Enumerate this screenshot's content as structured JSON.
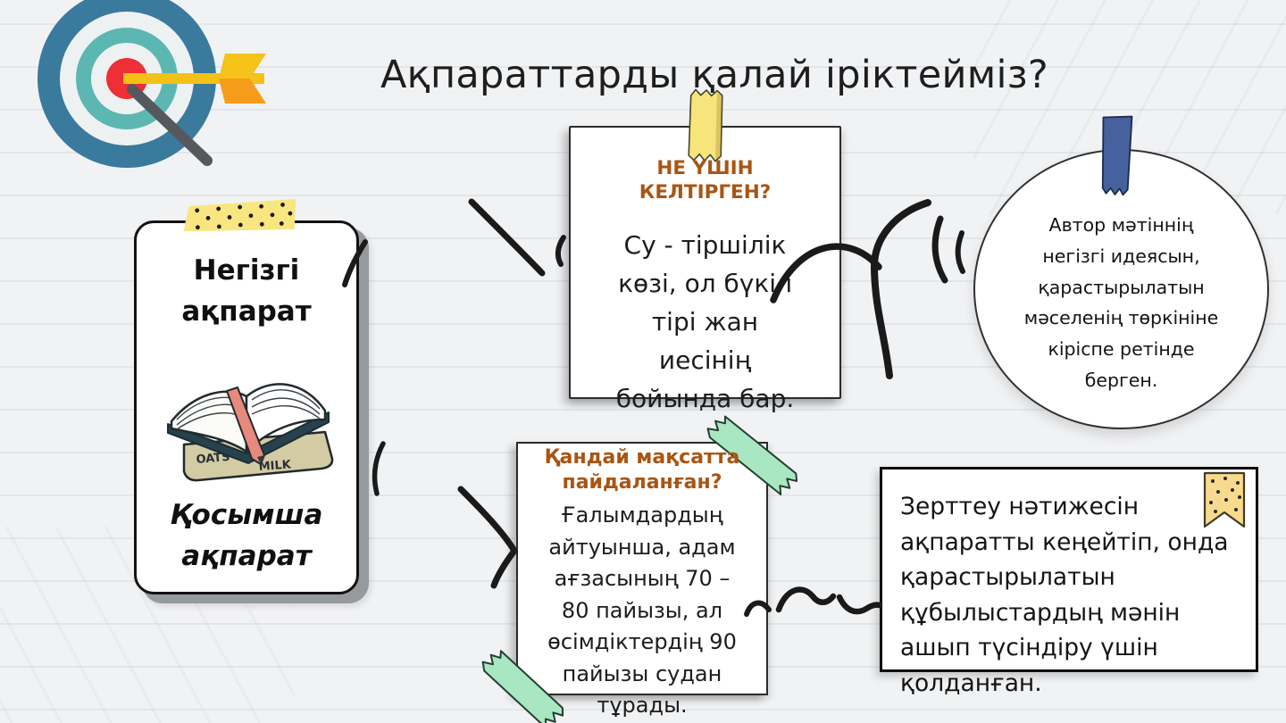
{
  "title": "Ақпараттарды қалай іріктейміз?",
  "left_card": {
    "primary": "Негізгі\nақпарат",
    "secondary": "Қосымша\nақпарат",
    "book_labels": {
      "left": "OATS",
      "right": "MILK"
    }
  },
  "top_card": {
    "heading": "НЕ ҮШІН\nКЕЛТІРГЕН?",
    "body": "Су - тіршілік\nкөзі, ол бүкіл\nтірі жан\nиесінің\nбойында бар."
  },
  "author_circle": {
    "body": "Автор мәтіннің\nнегізгі идеясын,\nқарастырылатын\nмәселенің төркініне\nкіріспе ретінде\nберген."
  },
  "purpose_card": {
    "heading": "Қандай мақсатта\nпайдаланған?",
    "body": "Ғалымдардың\nайтуынша, адам\nағзасының 70 –\n80 пайызы, ал\nөсімдіктердің 90\nпайызы судан\nтұрады."
  },
  "result_card": {
    "body": "Зерттеу нәтижесін\nақпаратты кеңейтіп, онда\nқарастырылатын\nқұбылыстардың мәнін\nашып түсіндіру үшін\nқолданған."
  },
  "icons": {
    "target": "dartboard-with-arrow",
    "book": "open-book-on-closed-book",
    "tape_dotted_yellow": "polka-dot-washi-tape",
    "ribbon_yellow": "yellow-ribbon-tape",
    "tape_blue": "blue-ribbon-tape",
    "tape_green": "green-washi-tape",
    "flag_yellow": "dotted-pennant-flag"
  },
  "colors": {
    "heading_accent": "#a85514",
    "target_blue": "#3a7a9d",
    "target_teal": "#5cb7b2",
    "target_red": "#ee2f35",
    "arrow_yellow": "#f3c118",
    "arrow_orange": "#f59d1b",
    "tape_yellow": "#f7e57c",
    "tape_blue": "#47619e",
    "tape_green": "#a8e7c2",
    "flag_yellow": "#f8da8e",
    "background": "#f1f2f3",
    "ruled_line": "#e2e6ea"
  }
}
